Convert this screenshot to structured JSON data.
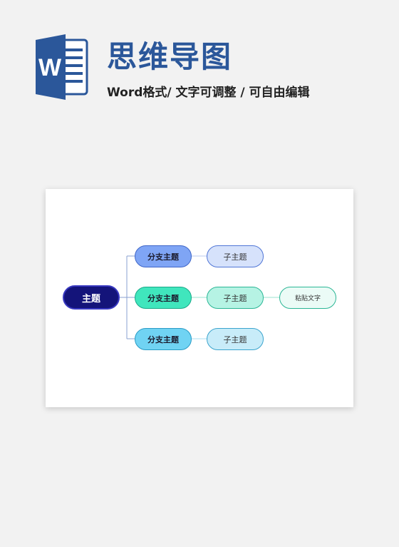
{
  "header": {
    "logo_letter": "W",
    "title": "思维导图",
    "subtitle": "Word格式/ 文字可调整 / 可自由编辑"
  },
  "mindmap": {
    "root": "主题",
    "branches": [
      {
        "label": "分支主题",
        "child": "子主题"
      },
      {
        "label": "分支主题",
        "child": "子主题",
        "note": "粘贴文字"
      },
      {
        "label": "分支主题",
        "child": "子主题"
      }
    ]
  },
  "colors": {
    "brand_blue": "#2b579a",
    "root_fill": "#14147a",
    "branch1": "#7fa5f5",
    "branch2": "#40e6bd",
    "branch3": "#70d3f3"
  }
}
